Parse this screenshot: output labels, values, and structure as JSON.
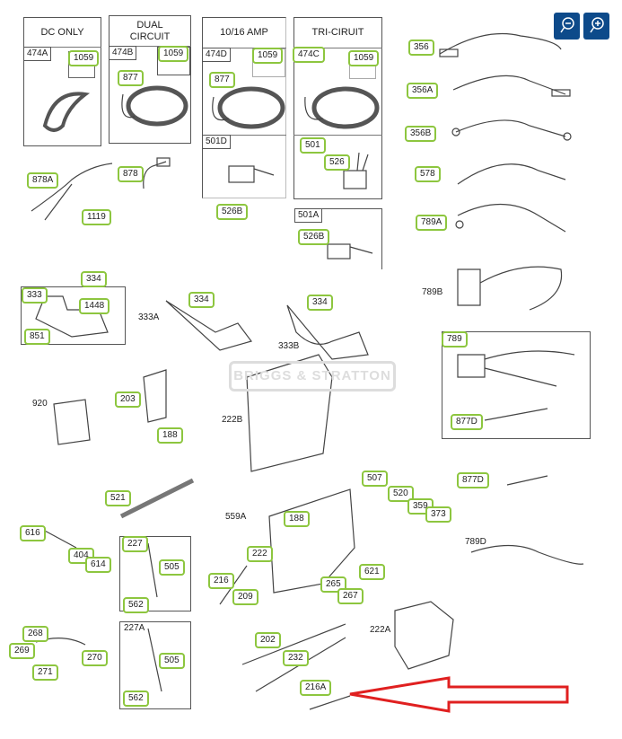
{
  "toolbar": {
    "zoom_out": "zoom-out",
    "zoom_in": "zoom-in"
  },
  "watermark": "BRIGGS & STRATTON",
  "colors": {
    "callout_border": "#8dc63f",
    "button_bg": "#0d4a8a",
    "arrow": "#e02020"
  },
  "panels": {
    "dc_only": "DC ONLY",
    "dual_circuit": "DUAL CIRCUIT",
    "amp": "10/16 AMP",
    "tri": "TRI-CIRUIT"
  },
  "labels": {
    "p474A": "474A",
    "p474B": "474B",
    "p474D": "474D",
    "p474C": "474C",
    "c1059a": "1059",
    "c1059b": "1059",
    "c1059c": "1059",
    "c1059d": "1059",
    "c877a": "877",
    "c877b": "877",
    "p501D": "501D",
    "c501": "501",
    "c526": "526",
    "c878A": "878A",
    "c878": "878",
    "c1119": "1119",
    "c526Ba": "526B",
    "p501A": "501A",
    "c526Bb": "526B",
    "c356": "356",
    "c356A": "356A",
    "c356B": "356B",
    "c578": "578",
    "c789A": "789A",
    "t789B": "789B",
    "c334a": "334",
    "c334b": "334",
    "c334c": "334",
    "c333": "333",
    "c1448": "1448",
    "c851": "851",
    "t333A": "333A",
    "t333B": "333B",
    "c789": "789",
    "c877Da": "877D",
    "c877Db": "877D",
    "t920": "920",
    "c203": "203",
    "c188a": "188",
    "t222B": "222B",
    "c521": "521",
    "t559A": "559A",
    "c188b": "188",
    "c507": "507",
    "c520": "520",
    "c359": "359",
    "c373": "373",
    "c616": "616",
    "c404": "404",
    "c614": "614",
    "c227": "227",
    "c505a": "505",
    "c562a": "562",
    "c222": "222",
    "c621": "621",
    "c216": "216",
    "c209": "209",
    "c265": "265",
    "c267": "267",
    "t789D": "789D",
    "c268": "268",
    "c269": "269",
    "c270": "270",
    "c271": "271",
    "t227A": "227A",
    "c505b": "505",
    "c562b": "562",
    "c202": "202",
    "c232": "232",
    "t222A": "222A",
    "c216A": "216A"
  }
}
